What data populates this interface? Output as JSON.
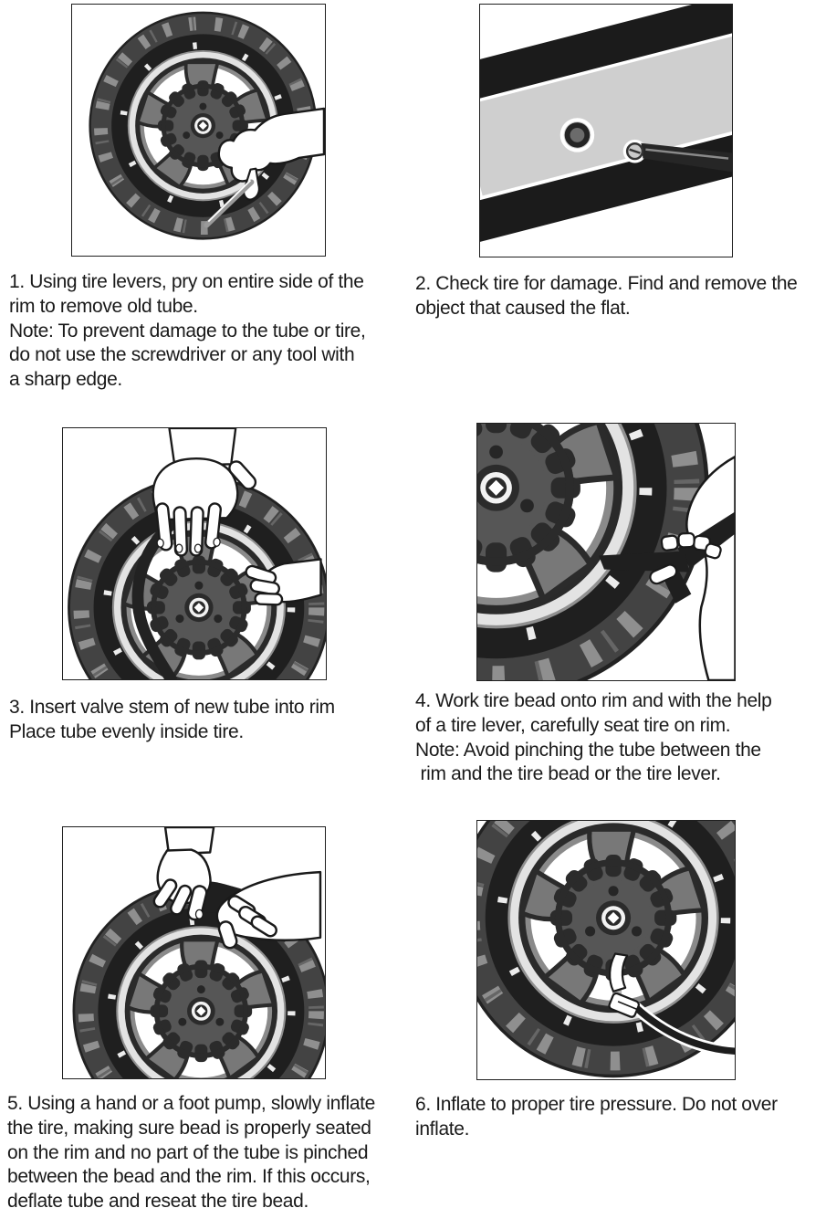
{
  "document": {
    "background": "#ffffff",
    "text_color": "#1a1a1a",
    "line_color": "#1f1f1f",
    "tire_color": "#434343",
    "sidewall_color": "#1f1f1f",
    "rim_silver": "#e3e3e3",
    "spoke_gray": "#787878",
    "band_gray": "#cfcfcf"
  },
  "steps": [
    {
      "number": "1",
      "figure": "wheel-with-hand-prying-tire-lever",
      "caption": "1. Using tire levers, pry on entire side of the\nrim to remove old tube.\nNote: To prevent damage to the tube or tire,\ndo not use the screwdriver or any tool with\na sharp edge."
    },
    {
      "number": "2",
      "figure": "rim-closeup-with-puncture-object",
      "caption": "2. Check tire for damage. Find and remove the\nobject that caused the flat."
    },
    {
      "number": "3",
      "figure": "hands-inserting-tube-into-tire",
      "caption": "3. Insert valve stem of new tube into rim\nPlace tube evenly inside tire."
    },
    {
      "number": "4",
      "figure": "tire-lever-seating-tire-bead-on-rim",
      "caption": "4. Work tire bead onto rim and with the help\nof a tire lever, carefully seat tire on rim.\nNote: Avoid pinching the tube between the\n rim and the tire bead or the tire lever."
    },
    {
      "number": "5",
      "figure": "hands-seating-tire-bead-on-wheel",
      "caption": "5. Using a hand or a foot pump, slowly inflate\nthe tire, making sure bead is properly seated\non the rim and no part of the tube is pinched\nbetween the bead and the rim. If this occurs,\ndeflate tube and reseat the tire bead."
    },
    {
      "number": "6",
      "figure": "pump-hose-attached-to-tire-valve",
      "caption": "6. Inflate to proper tire pressure. Do not over\ninflate."
    }
  ]
}
